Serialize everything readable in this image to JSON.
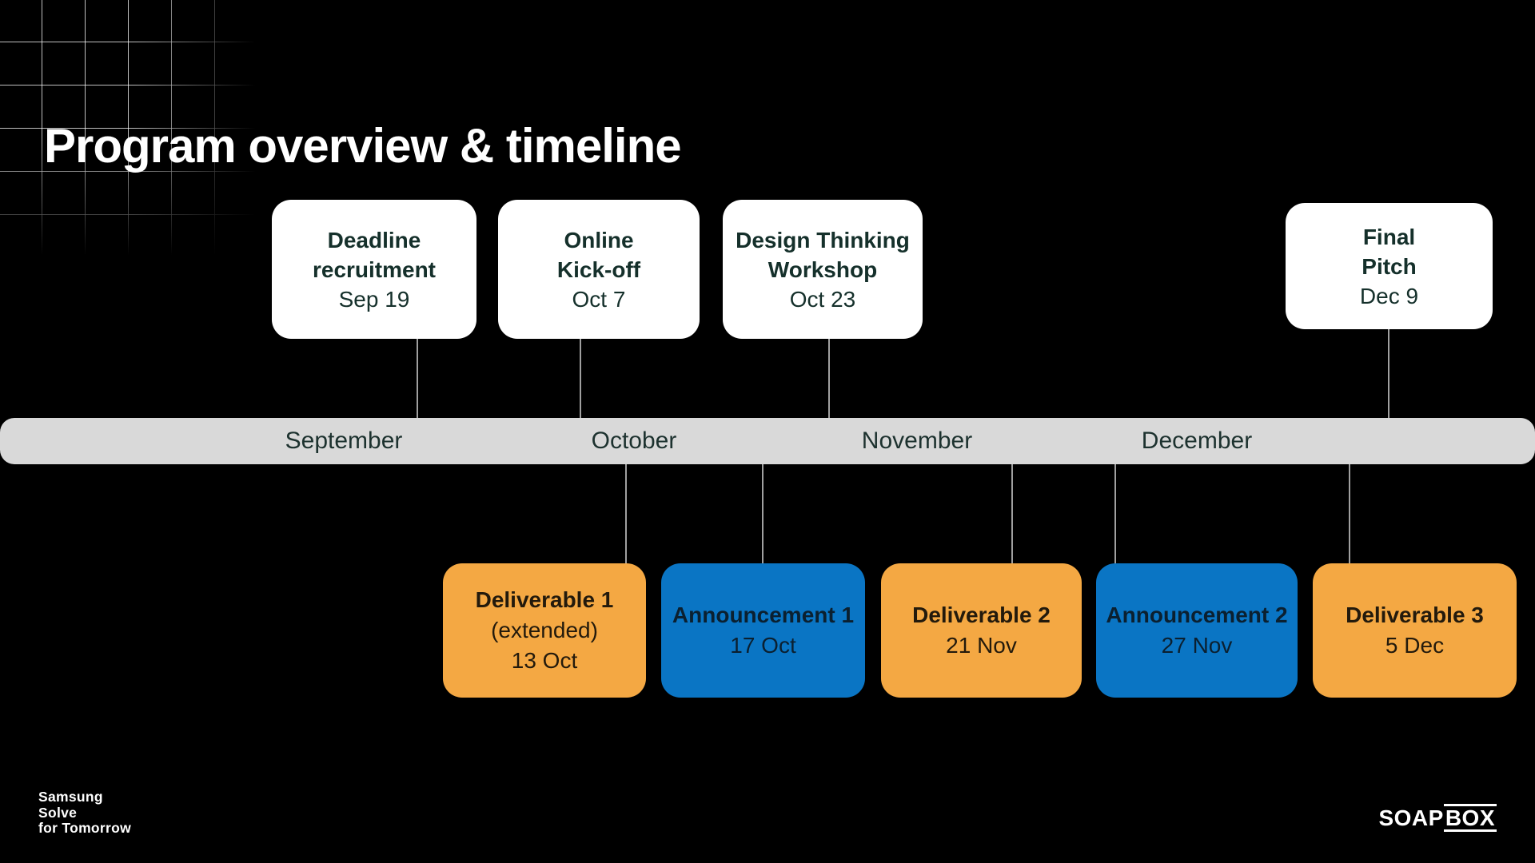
{
  "title": "Program overview & timeline",
  "timeline": {
    "months": [
      "September",
      "October",
      "November",
      "December"
    ],
    "bar_color": "#d9d9d9",
    "label_color": "#1d322f"
  },
  "top_milestones": [
    {
      "lines": [
        "Deadline",
        "recruitment"
      ],
      "date": "Sep 19"
    },
    {
      "lines": [
        "Online",
        "Kick-off"
      ],
      "date": "Oct 7"
    },
    {
      "lines": [
        "Design Thinking",
        "Workshop"
      ],
      "date": "Oct 23"
    },
    {
      "lines": [
        "Final",
        "Pitch"
      ],
      "date": "Dec 9"
    }
  ],
  "bottom_events": [
    {
      "title": "Deliverable 1",
      "subtitle": "(extended)",
      "date": "13 Oct",
      "type": "deliverable"
    },
    {
      "title": "Announcement 1",
      "date": "17 Oct",
      "type": "announcement"
    },
    {
      "title": "Deliverable 2",
      "date": "21 Nov",
      "type": "deliverable"
    },
    {
      "title": "Announcement 2",
      "date": "27 Nov",
      "type": "announcement"
    },
    {
      "title": "Deliverable 3",
      "date": "5 Dec",
      "type": "deliverable"
    }
  ],
  "colors": {
    "background": "#000000",
    "milestone_card": "#ffffff",
    "deliverable": "#f4a843",
    "announcement": "#0a75c4",
    "connector": "#a0a0a0"
  },
  "footer": {
    "samsung_lines": [
      "Samsung",
      "Solve",
      "for Tomorrow"
    ],
    "soapbox_prefix": "SOAP",
    "soapbox_boxed": "BOX"
  }
}
